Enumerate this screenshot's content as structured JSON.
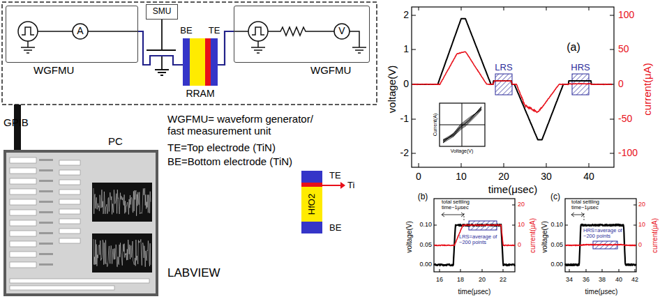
{
  "diagram": {
    "nodes": [
      {
        "text": [
          "WGFMU"
        ]
      },
      {
        "text": [
          "SMU"
        ]
      },
      {
        "text": [
          "RRAM"
        ]
      },
      {
        "text": [
          "WGFMU"
        ]
      },
      {
        "text": [
          "PC"
        ]
      }
    ],
    "edges": [
      {
        "from": 0,
        "to": 2,
        "arrow": "none"
      },
      {
        "from": 2,
        "to": 3,
        "arrow": "none"
      }
    ],
    "labels": [
      "A",
      "V",
      "BE",
      "TE",
      "GPIB",
      "WGFMU= waveform generator/ fast measurement unit",
      "TE=Top electrode (TiN)",
      "BE=Bottom electrode (TiN)",
      "TE",
      "HfO2",
      "Ti",
      "BE",
      "LABVIEW",
      "(a)",
      "voltage(V)",
      "current(μA)",
      "time(μsec)",
      "2",
      "1",
      "0",
      "-1",
      "-2",
      "100",
      "50",
      "0",
      "-50",
      "-100",
      "0",
      "10",
      "20",
      "30",
      "40",
      "LRS",
      "HRS",
      "Current(A)",
      "Voltage(V)",
      "(b)",
      "voltage(V)",
      "current(μA)",
      "time(μsec)",
      "0.10",
      "0.05",
      "0.00",
      "20",
      "10",
      "0",
      "16",
      "18",
      "20",
      "22",
      "total settling time~1μsec",
      "LRS=average of ~200 points",
      "(c)",
      "voltage(V)",
      "current(μA)",
      "time(μsec)",
      "0.10",
      "0.05",
      "0.00",
      "20",
      "10",
      "0",
      "34",
      "36",
      "38",
      "40",
      "42",
      "total settling time~1μsec",
      "HRS=average of ~200 points"
    ]
  }
}
